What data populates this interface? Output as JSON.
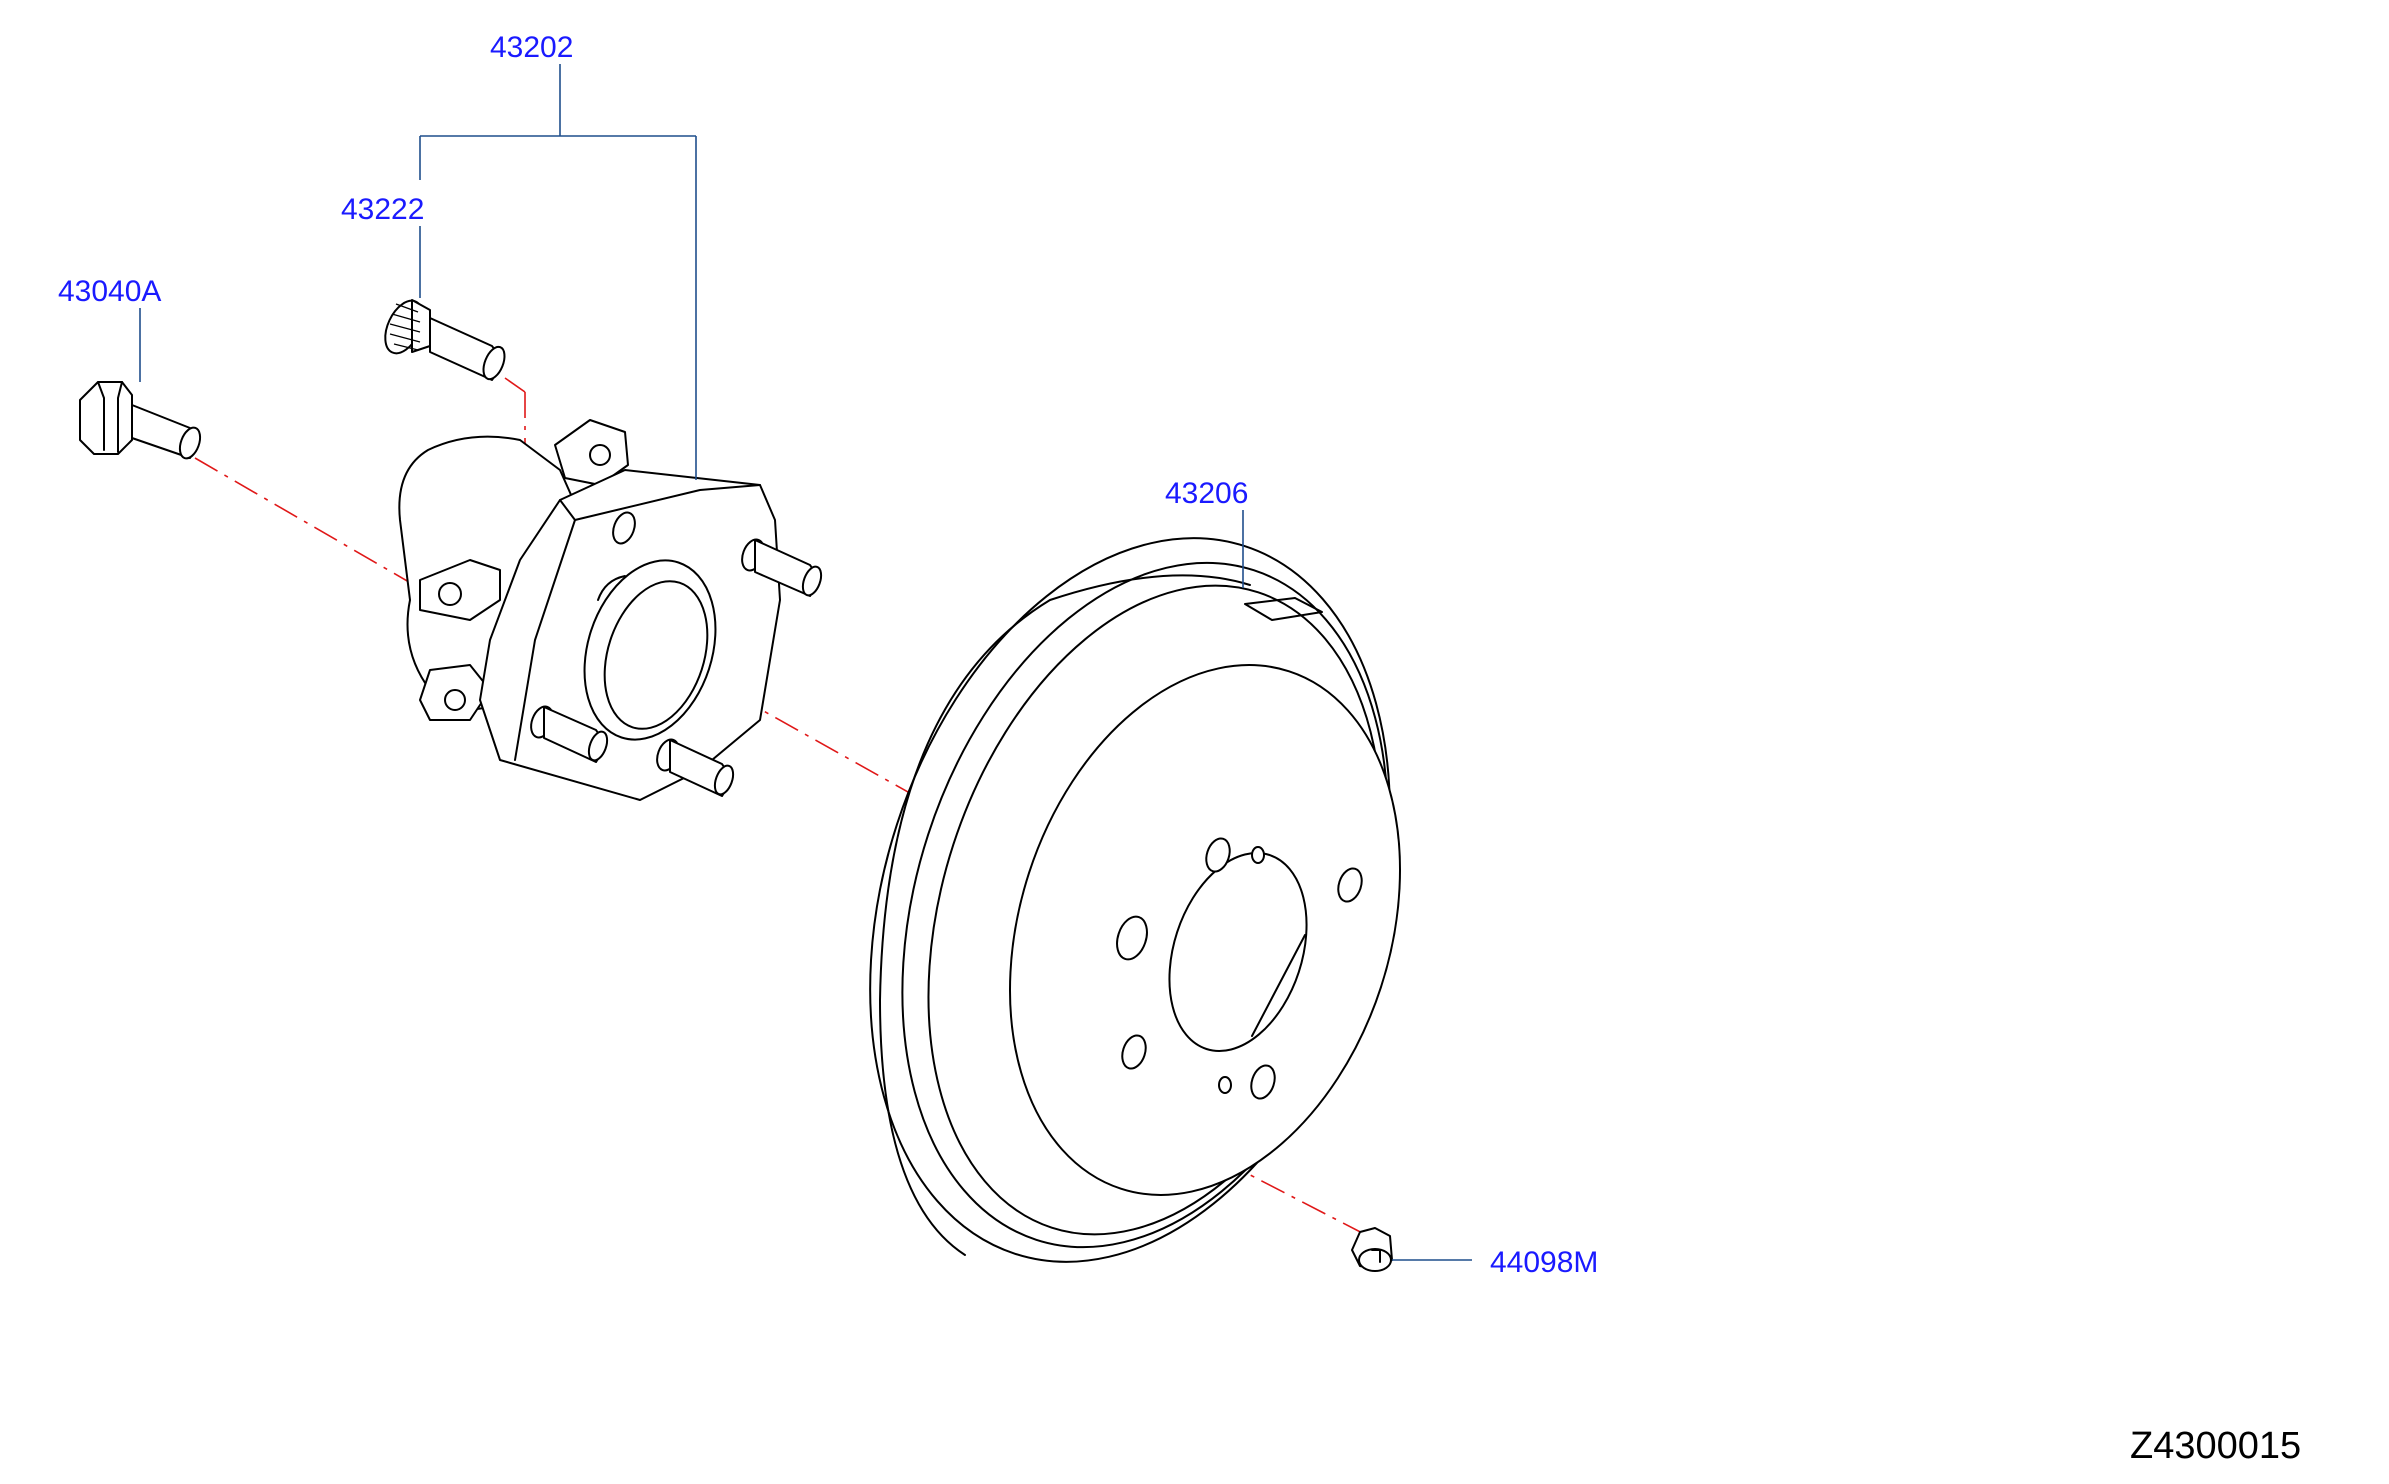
{
  "labels": {
    "hub_assembly": "43202",
    "wheel_stud": "43222",
    "hub_bolt": "43040A",
    "brake_drum": "43206",
    "drum_plug": "44098M"
  },
  "diagram_code": "Z4300015",
  "colors": {
    "label_text": "#1a1aff",
    "leader_line": "#1f4e8c",
    "center_axis": "#e01818",
    "outline": "#000000",
    "background": "#ffffff"
  }
}
